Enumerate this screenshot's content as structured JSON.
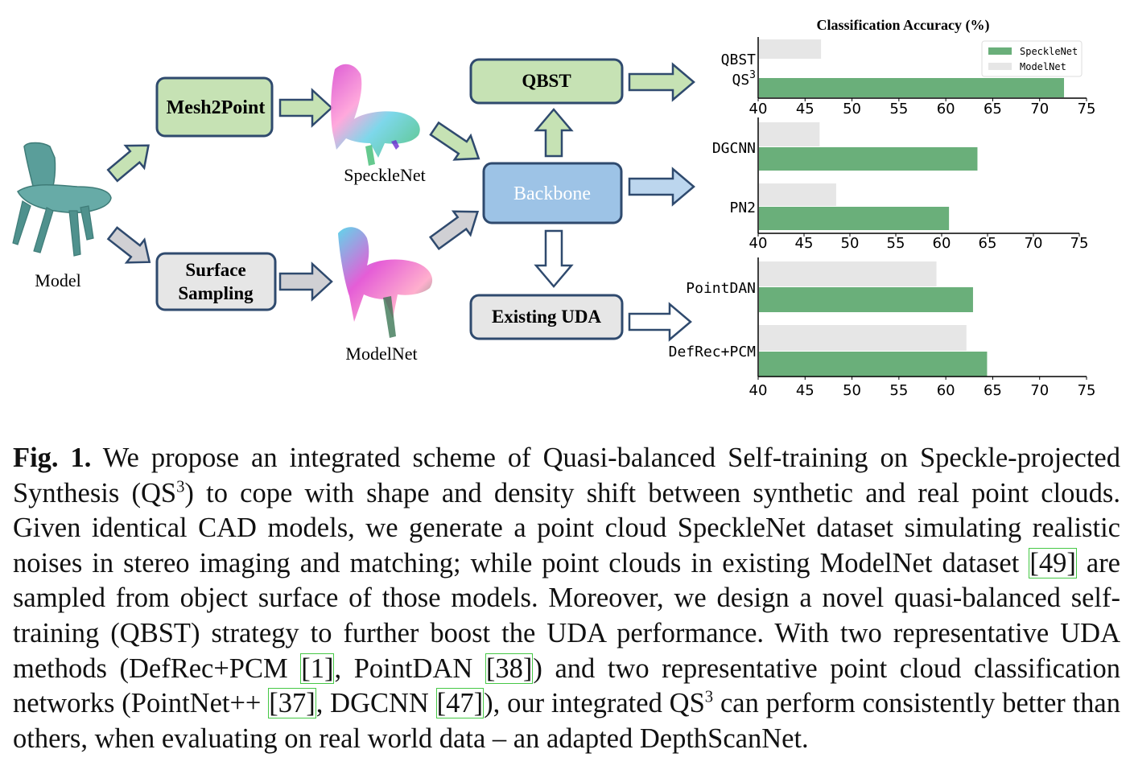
{
  "diagram": {
    "model_label": "Model",
    "mesh2point_label": "Mesh2Point",
    "surface_sampling_line1": "Surface",
    "surface_sampling_line2": "Sampling",
    "specklenet_label": "SpeckleNet",
    "modelnet_label": "ModelNet",
    "backbone_label": "Backbone",
    "qbst_label": "QBST",
    "existing_uda_label": "Existing UDA",
    "colors": {
      "green_box": "#c6e2b4",
      "gray_box": "#e6e6e6",
      "blue_box": "#9dc3e6",
      "box_border": "#2f4a6e",
      "chair": "#5a9e9a"
    }
  },
  "chart_title": "Classification Accuracy (%)",
  "chart_data": [
    {
      "type": "bar",
      "orientation": "horizontal",
      "categories": [
        "QBST",
        "QS3"
      ],
      "category_display": [
        {
          "base": "QBST",
          "sup": ""
        },
        {
          "base": "QS",
          "sup": "3"
        }
      ],
      "series": [
        {
          "name": "ModelNet",
          "color": "#e6e6e6",
          "values": [
            46.7,
            null
          ]
        },
        {
          "name": "SpeckleNet",
          "color": "#6aaf7a",
          "values": [
            null,
            72.6
          ]
        }
      ],
      "xlim": [
        40,
        75
      ],
      "xticks": [
        "40",
        "45",
        "50",
        "55",
        "60",
        "65",
        "70",
        "75"
      ],
      "legend": "top-right"
    },
    {
      "type": "bar",
      "orientation": "horizontal",
      "categories": [
        "DGCNN",
        "PN2"
      ],
      "series": [
        {
          "name": "ModelNet",
          "color": "#e6e6e6",
          "values": [
            46.7,
            48.5
          ]
        },
        {
          "name": "SpeckleNet",
          "color": "#6aaf7a",
          "values": [
            63.9,
            60.8
          ]
        }
      ],
      "xlim": [
        40,
        75
      ],
      "xticks": [
        "40",
        "45",
        "50",
        "55",
        "60",
        "65",
        "70",
        "75"
      ]
    },
    {
      "type": "bar",
      "orientation": "horizontal",
      "categories": [
        "PointDAN",
        "DefRec+PCM"
      ],
      "series": [
        {
          "name": "ModelNet",
          "color": "#e6e6e6",
          "values": [
            59.0,
            62.2
          ]
        },
        {
          "name": "SpeckleNet",
          "color": "#6aaf7a",
          "values": [
            62.9,
            64.4
          ]
        }
      ],
      "xlim": [
        40,
        75
      ],
      "xticks": [
        "40",
        "45",
        "50",
        "55",
        "60",
        "65",
        "70",
        "75"
      ]
    }
  ],
  "legend": {
    "items": [
      {
        "name": "SpeckleNet",
        "color": "#6aaf7a"
      },
      {
        "name": "ModelNet",
        "color": "#e6e6e6"
      }
    ]
  },
  "caption": {
    "label": "Fig. 1.",
    "parts": [
      {
        "t": " We propose an integrated scheme of Quasi-balanced Self-training on Speckle-projected Synthesis (QS"
      },
      {
        "sup": "3"
      },
      {
        "t": ") to cope with shape and density shift between synthetic and real point clouds. Given identical CAD models, we generate a point cloud SpeckleNet dataset simulating realistic noises in stereo imaging and matching; while point clouds in existing ModelNet dataset "
      },
      {
        "ref": "[49]"
      },
      {
        "t": " are sampled from object surface of those models. Moreover, we design a novel quasi-balanced self-training (QBST) strategy to further boost the UDA performance. With two representative UDA methods (DefRec+PCM "
      },
      {
        "ref": "[1]"
      },
      {
        "t": ", PointDAN "
      },
      {
        "ref": "[38]"
      },
      {
        "t": ") and two representative point cloud classification networks (PointNet++ "
      },
      {
        "ref": "[37]"
      },
      {
        "t": ", DGCNN "
      },
      {
        "ref": "[47]"
      },
      {
        "t": "), our integrated QS"
      },
      {
        "sup": "3"
      },
      {
        "t": " can perform consistently better than others, when evaluating on real world data – an adapted DepthScanNet."
      }
    ]
  }
}
